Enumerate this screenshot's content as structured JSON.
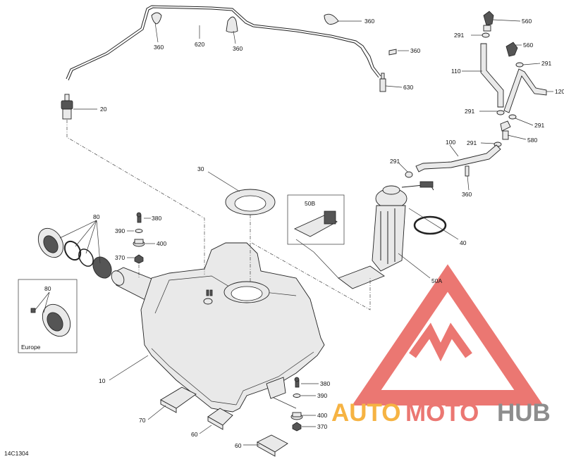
{
  "diagram": {
    "figure_code": "14C1304",
    "callouts": {
      "c10": "10",
      "c20": "20",
      "c30": "30",
      "c40": "40",
      "c50A": "50A",
      "c50B": "50B",
      "c60a": "60",
      "c60b": "60",
      "c70": "70",
      "c80": "80",
      "c80eu": "80",
      "c100": "100",
      "c110": "110",
      "c120": "120",
      "c291a": "291",
      "c291b": "291",
      "c291c": "291",
      "c291d": "291",
      "c291e": "291",
      "c291f": "291",
      "c360a": "360",
      "c360b": "360",
      "c360c": "360",
      "c360d": "360",
      "c360e": "360",
      "c370a": "370",
      "c370b": "370",
      "c380a": "380",
      "c380b": "380",
      "c390a": "390",
      "c390b": "390",
      "c400a": "400",
      "c400b": "400",
      "c560a": "560",
      "c560b": "560",
      "c580": "580",
      "c620": "620",
      "c630": "630"
    },
    "inset_label": "Europe"
  },
  "watermark": {
    "part1": "AUTO",
    "part2": "MOTO",
    "part3": "HUB",
    "color_orange": "#f5a623",
    "color_red": "#e8605a",
    "color_grey": "#7a7a7a"
  }
}
